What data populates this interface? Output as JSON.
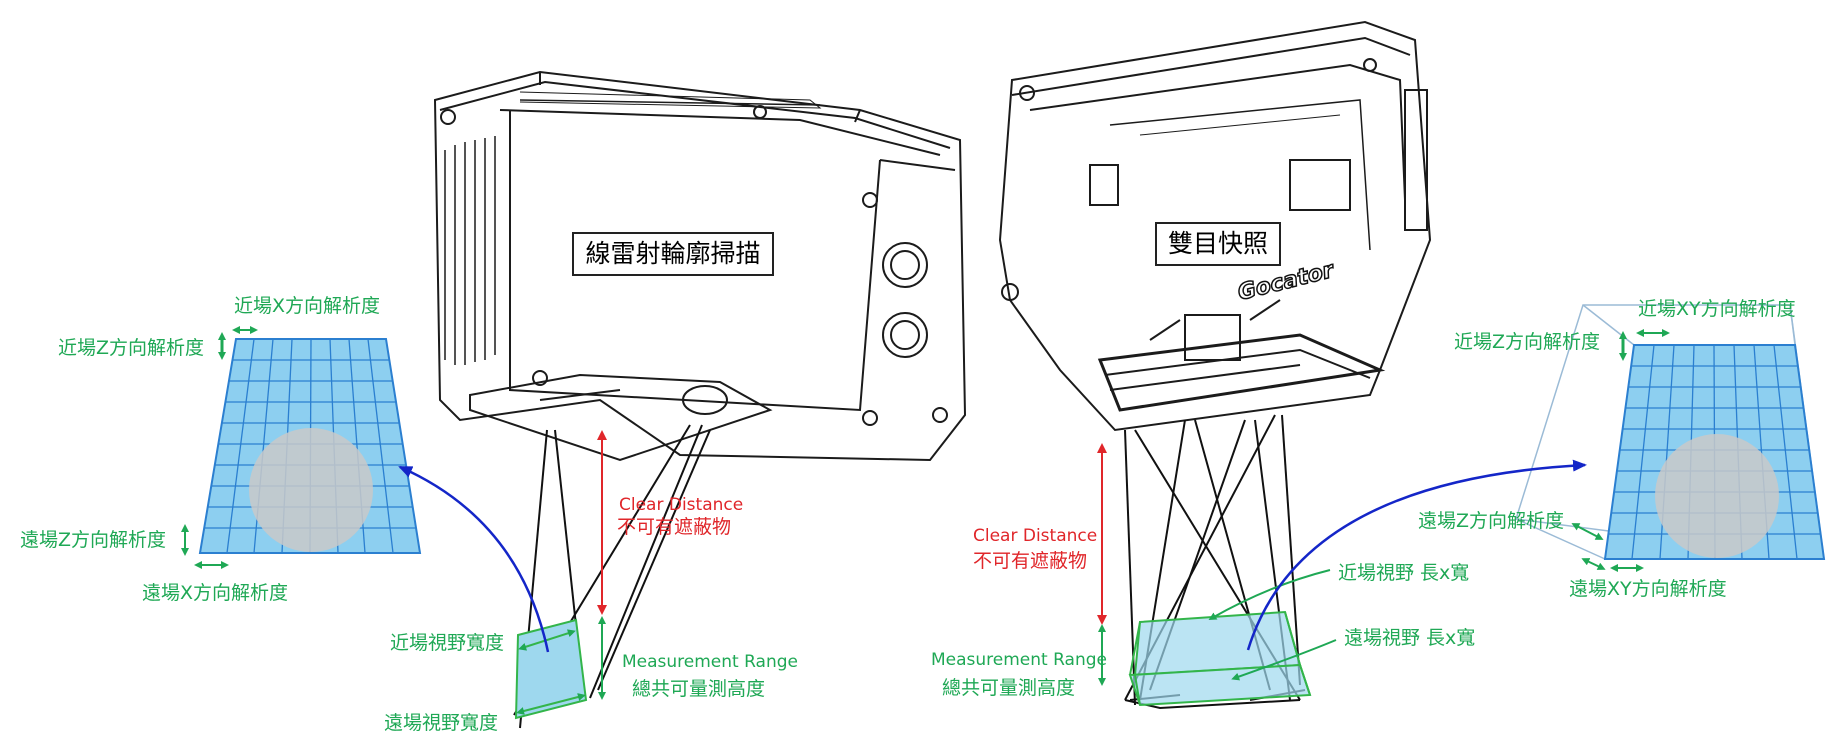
{
  "colors": {
    "green": "#1fa855",
    "red": "#e0262a",
    "blue": "#1426c8",
    "grid_fill": "#8dcff0",
    "grid_line": "#2b7fd0",
    "fov_fill": "#9ed8ee",
    "fov_stroke": "#33b54a"
  },
  "scanner_line": {
    "title": "線雷射輪廓掃描",
    "clear_distance": "Clear Distance",
    "no_obstruction": "不可有遮蔽物",
    "near_fov_width": "近場視野寬度",
    "far_fov_width": "遠場視野寬度",
    "measurement_range": "Measurement Range",
    "total_height": "總共可量測高度"
  },
  "scanner_snapshot": {
    "title": "雙目快照",
    "brand": "Gocator",
    "clear_distance": "Clear Distance",
    "no_obstruction": "不可有遮蔽物",
    "near_fov_lw": "近場視野 長x寬",
    "far_fov_lw": "遠場視野 長x寬",
    "measurement_range": "Measurement Range",
    "total_height": "總共可量測高度"
  },
  "left_resolution": {
    "near_x": "近場X方向解析度",
    "near_z": "近場Z方向解析度",
    "far_z": "遠場Z方向解析度",
    "far_x": "遠場X方向解析度"
  },
  "right_resolution": {
    "near_xy": "近場XY方向解析度",
    "near_z": "近場Z方向解析度",
    "far_z": "遠場Z方向解析度",
    "far_xy": "遠場XY方向解析度"
  }
}
